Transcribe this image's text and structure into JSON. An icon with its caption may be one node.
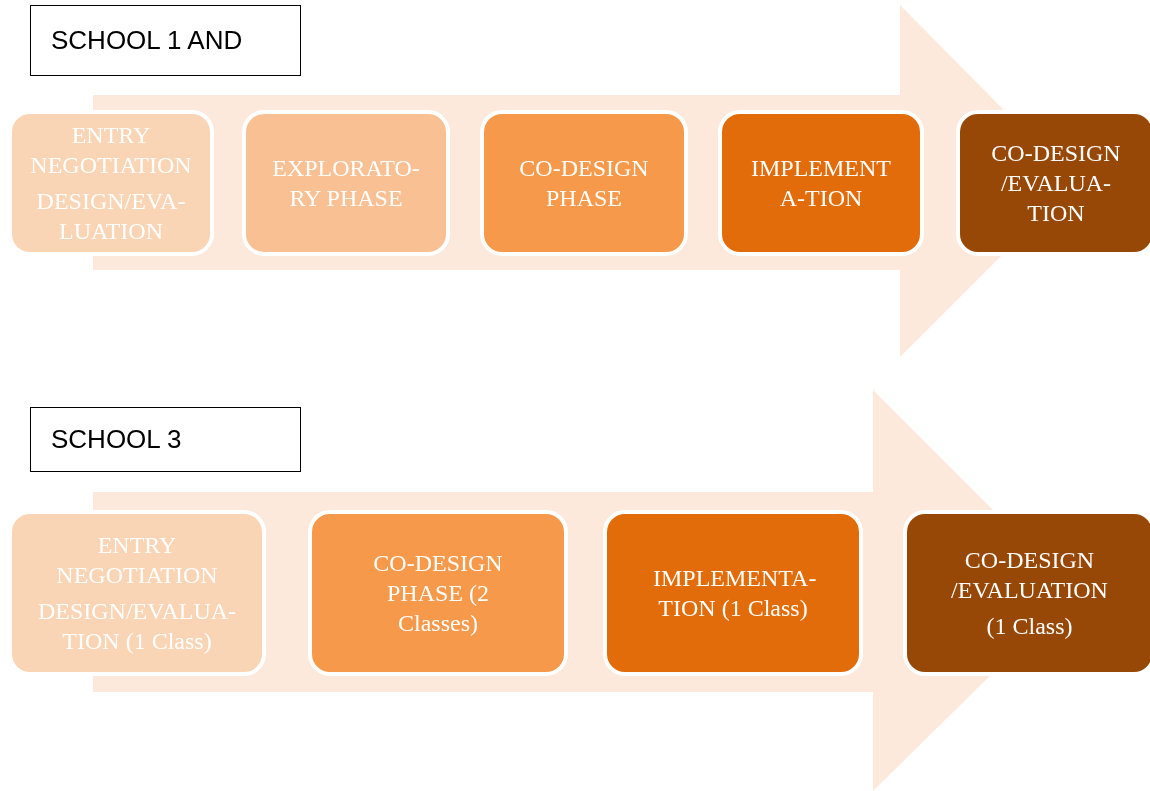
{
  "diagram": {
    "nodes": [
      {
        "text": [
          "SCHOOL 1 AND"
        ]
      },
      {
        "text": [
          "ENTRY NEGOTIATION",
          "DESIGN/EVA- LUATION"
        ]
      },
      {
        "text": [
          "EXPLORATO- RY PHASE"
        ]
      },
      {
        "text": [
          "CO-DESIGN PHASE"
        ]
      },
      {
        "text": [
          "IMPLEMENT A-TION"
        ]
      },
      {
        "text": [
          "CO-DESIGN /EVALUA- TION"
        ]
      },
      {
        "text": [
          "SCHOOL 3"
        ]
      },
      {
        "text": [
          "ENTRY NEGOTIATION",
          "DESIGN/EVALUA- TION (1 Class)"
        ]
      },
      {
        "text": [
          "CO-DESIGN PHASE (2 Classes)"
        ]
      },
      {
        "text": [
          "IMPLEMENTA- TION (1 Class)"
        ]
      },
      {
        "text": [
          "CO-DESIGN /EVALUATION",
          "(1 Class)"
        ]
      }
    ],
    "edges": [
      {
        "from": 1,
        "to": 5,
        "arrow": "to"
      },
      {
        "from": 7,
        "to": 10,
        "arrow": "to"
      }
    ]
  }
}
